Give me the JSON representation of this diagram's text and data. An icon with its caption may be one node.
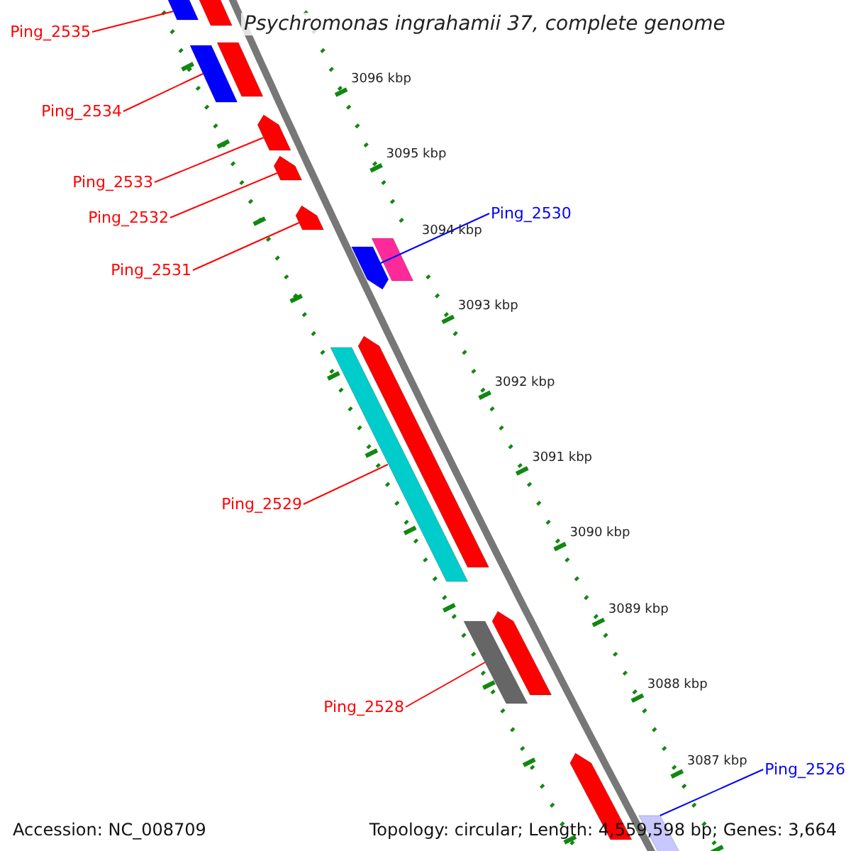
{
  "diagram": {
    "title": "Psychromonas ingrahamii 37, complete genome",
    "nodes": [
      {
        "text": [
          "Ping_2535"
        ]
      },
      {
        "text": [],
        "shape": "bar"
      },
      {
        "text": [
          "Ping_2534"
        ]
      },
      {
        "text": [],
        "shape": "bar"
      },
      {
        "text": [
          "Ping_2533"
        ]
      },
      {
        "text": [],
        "shape": "bar"
      },
      {
        "text": [
          "Ping_2532"
        ]
      },
      {
        "text": [],
        "shape": "bar"
      },
      {
        "text": [
          "Ping_2531"
        ]
      },
      {
        "text": [],
        "shape": "bar"
      },
      {
        "text": [
          "Ping_2530"
        ]
      },
      {
        "text": [],
        "shape": "bar"
      },
      {
        "text": [
          "Ping_2529"
        ]
      },
      {
        "text": [],
        "shape": "bar"
      },
      {
        "text": [
          "Ping_2528"
        ]
      },
      {
        "text": [],
        "shape": "bar"
      },
      {
        "text": [
          "Ping_2526"
        ]
      },
      {
        "text": [],
        "shape": "bar"
      },
      {
        "text": [],
        "shape": "bar"
      },
      {
        "text": [],
        "shape": "bar"
      },
      {
        "text": [],
        "shape": "bar"
      },
      {
        "text": [],
        "shape": "bar"
      },
      {
        "text": [],
        "shape": "bar"
      },
      {
        "text": [],
        "shape": "bar"
      }
    ],
    "edges": [
      {
        "from": 0,
        "to": 1,
        "arrow": "none"
      },
      {
        "from": 2,
        "to": 3,
        "arrow": "none"
      },
      {
        "from": 4,
        "to": 5,
        "arrow": "none"
      },
      {
        "from": 6,
        "to": 7,
        "arrow": "none"
      },
      {
        "from": 8,
        "to": 9,
        "arrow": "none"
      },
      {
        "from": 10,
        "to": 11,
        "arrow": "none",
        "color": "#0000ff"
      },
      {
        "from": 12,
        "to": 13,
        "arrow": "none"
      },
      {
        "from": 14,
        "to": 15,
        "arrow": "none"
      },
      {
        "from": 16,
        "to": 17,
        "arrow": "none",
        "color": "#0000ff"
      }
    ],
    "labels": [
      "3096 kbp",
      "3095 kbp",
      "3094 kbp",
      "3093 kbp",
      "3092 kbp",
      "3091 kbp",
      "3090 kbp",
      "3089 kbp",
      "3088 kbp",
      "3087 kbp",
      "Accession: NC_008709",
      "Topology: circular; Length: 4,559,598 bp; Genes: 3,664"
    ]
  }
}
